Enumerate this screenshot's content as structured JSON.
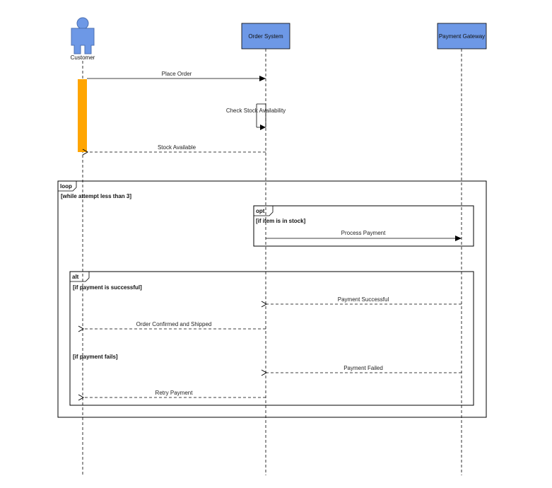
{
  "participants": {
    "customer": "Customer",
    "order_system": "Order System",
    "payment_gateway": "Payment Gateway"
  },
  "messages": {
    "place_order": "Place Order",
    "check_stock": "Check Stock Availability",
    "stock_available": "Stock Available",
    "process_payment": "Process Payment",
    "payment_successful": "Payment Successful",
    "order_confirmed": "Order Confirmed and Shipped",
    "payment_failed": "Payment Failed",
    "retry_payment": "Retry Payment"
  },
  "fragments": {
    "loop": {
      "keyword": "loop",
      "guard": "[while attempt less than 3]"
    },
    "opt": {
      "keyword": "opt",
      "guard": "[if item is in stock]"
    },
    "alt": {
      "keyword": "alt",
      "guard_success": "[if payment is successful]",
      "guard_fail": "[if payment fails]"
    }
  },
  "colors": {
    "participant_fill": "#6d98e6",
    "actor_fill": "#6d98e6",
    "activation_fill": "#ffa500",
    "line": "#000000"
  }
}
